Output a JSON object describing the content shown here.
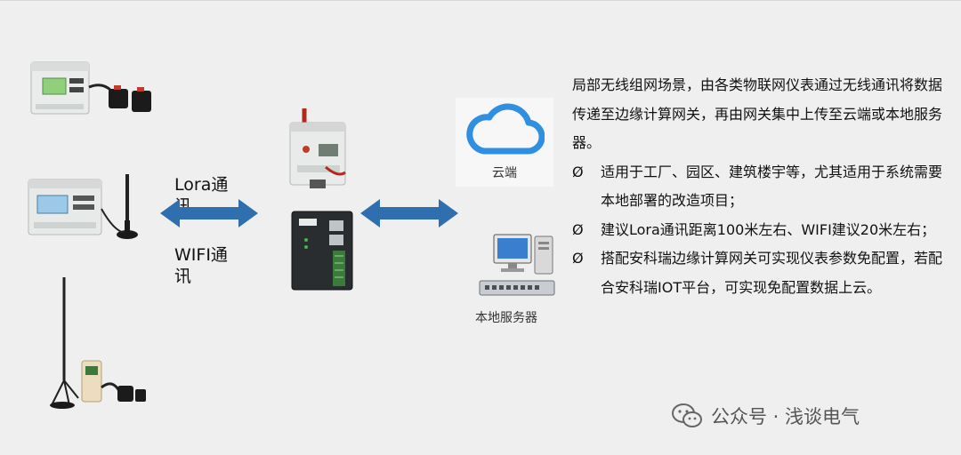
{
  "labels": {
    "lora": "Lora通讯",
    "wifi": "WIFI通讯",
    "cloud": "云端",
    "local_server": "本地服务器"
  },
  "description": {
    "intro": "局部无线组网场景，由各类物联网仪表通过无线通讯将数据传递至边缘计算网关，再由网关集中上传至云端或本地服务器。",
    "bullet_symbol": "Ø",
    "bullets": [
      "适用于工厂、园区、建筑楼宇等，尤其适用于系统需要本地部署的改造项目；",
      "建议Lora通讯距离100米左右、WIFI建议20米左右；",
      "搭配安科瑞边缘计算网关可实现仪表参数免配置，若配合安科瑞IOT平台，可实现免配置数据上云。"
    ]
  },
  "watermark": {
    "text": "公众号 · 浅谈电气",
    "icon": "wechat-icon"
  },
  "colors": {
    "arrow": "#2f6fb0",
    "cloud": "#2f8fe0",
    "background": "#efefef"
  }
}
